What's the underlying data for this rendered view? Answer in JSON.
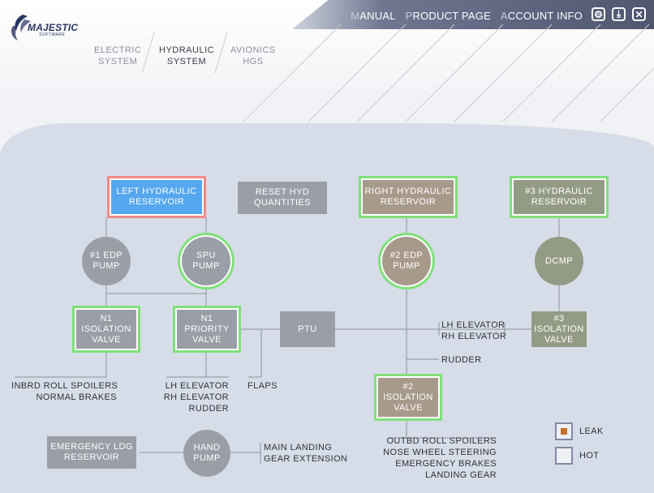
{
  "brand": {
    "name": "MAJESTIC",
    "sub": "SOFTWARE"
  },
  "top_links": [
    {
      "first": "M",
      "rest": "ANUAL"
    },
    {
      "first": "P",
      "rest": "RODUCT PAGE"
    },
    {
      "first": "A",
      "rest": "CCOUNT INFO"
    }
  ],
  "tabs": [
    {
      "line1": "ELECTRIC",
      "line2": "SYSTEM"
    },
    {
      "line1": "HYDRAULIC",
      "line2": "SYSTEM"
    },
    {
      "line1": "AVIONICS",
      "line2": "HGS"
    }
  ],
  "colors": {
    "leak": "#c4712e",
    "ring_ok": "#7fe07a",
    "ring_alert": "#ee8b8b",
    "blue": "#55a7ee"
  },
  "boxes": {
    "left_reservoir": [
      "LEFT HYDRAULIC",
      "RESERVOIR"
    ],
    "reset": [
      "RESET HYD",
      "QUANTITIES"
    ],
    "right_reservoir": [
      "RIGHT HYDRAULIC",
      "RESERVOIR"
    ],
    "r3_reservoir": [
      "#3 HYDRAULIC",
      "RESERVOIR"
    ],
    "edp1": [
      "#1 EDP",
      "PUMP"
    ],
    "spu": [
      "SPU",
      "PUMP"
    ],
    "edp2": [
      "#2 EDP",
      "PUMP"
    ],
    "dcmp": [
      "DCMP"
    ],
    "n1_iso": [
      "N1",
      "ISOLATION",
      "VALVE"
    ],
    "n1_pri": [
      "N1",
      "PRIORITY",
      "VALVE"
    ],
    "ptu": [
      "PTU"
    ],
    "iso3": [
      "#3",
      "ISOLATION",
      "VALVE"
    ],
    "iso2": [
      "#2",
      "ISOLATION",
      "VALVE"
    ],
    "emerg": [
      "EMERGENCY LDG",
      "RESERVOIR"
    ],
    "hand": [
      "HAND",
      "PUMP"
    ]
  },
  "labels": {
    "inbrd": [
      "INBRD ROLL SPOILERS",
      "NORMAL BRAKES"
    ],
    "lh_rh_rudder": [
      "LH ELEVATOR",
      "RH ELEVATOR",
      "RUDDER"
    ],
    "flaps": [
      "FLAPS"
    ],
    "lh_rh": [
      "LH ELEVATOR",
      "RH ELEVATOR"
    ],
    "rudder": [
      "RUDDER"
    ],
    "outbd": [
      "OUTBD ROLL SPOILERS",
      "NOSE WHEEL STEERING",
      "EMERGENCY BRAKES",
      "LANDING GEAR"
    ],
    "main_gear": [
      "MAIN LANDING",
      "GEAR EXTENSION"
    ]
  },
  "legend": {
    "leak": "LEAK",
    "hot": "HOT"
  }
}
